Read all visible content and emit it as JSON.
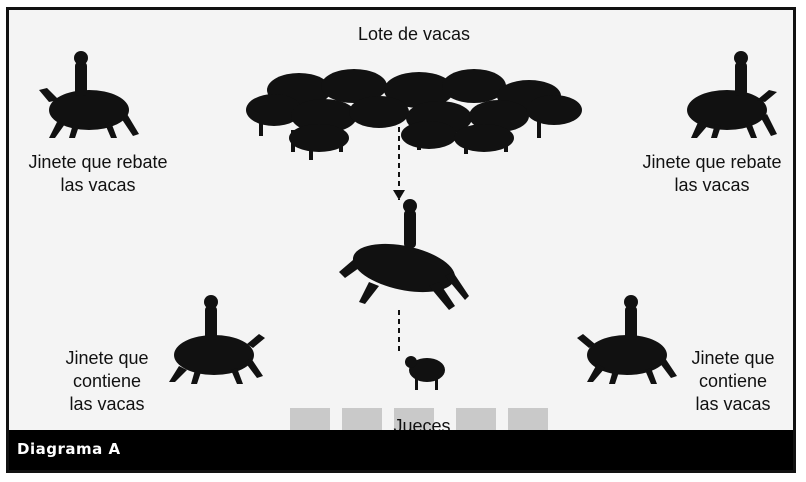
{
  "diagram": {
    "title_herd": "Lote de vacas",
    "turnback_left": "Jinete que rebate\nlas vacas",
    "turnback_right": "Jinete que rebate\nlas vacas",
    "herd_left": "Jinete que\ncontiene\nlas vacas",
    "herd_right": "Jinete que\ncontiene\nlas vacas",
    "judges": "Jueces",
    "caption": "Diagrama A"
  },
  "colors": {
    "background": "#f4f4f4",
    "silhouette": "#111111",
    "judge_box": "#c9c9c9",
    "caption_bar": "#000000"
  }
}
